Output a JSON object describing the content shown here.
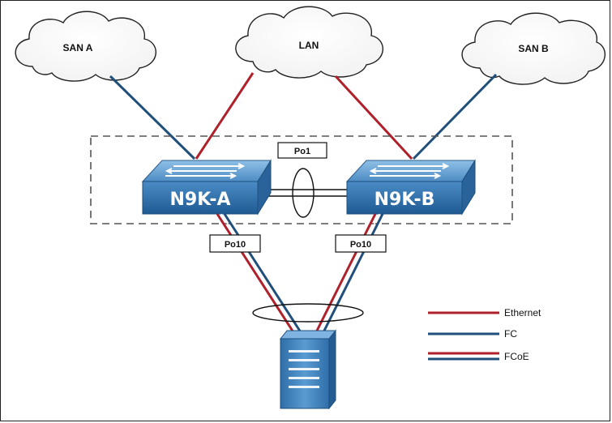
{
  "clouds": {
    "san_a": "SAN A",
    "lan": "LAN",
    "san_b": "SAN B"
  },
  "switches": {
    "left": "N9K-A",
    "right": "N9K-B"
  },
  "port_channels": {
    "peer_link": "Po1",
    "left_uplink": "Po10",
    "right_uplink": "Po10"
  },
  "legend": {
    "ethernet": "Ethernet",
    "fc": "FC",
    "fcoe": "FCoE"
  },
  "colors": {
    "ethernet": "#b0202a",
    "fc": "#1f4f7a",
    "switch_top": "#5f9dd0",
    "switch_front": "#2e6fa8",
    "server": "#3f7fc0"
  }
}
